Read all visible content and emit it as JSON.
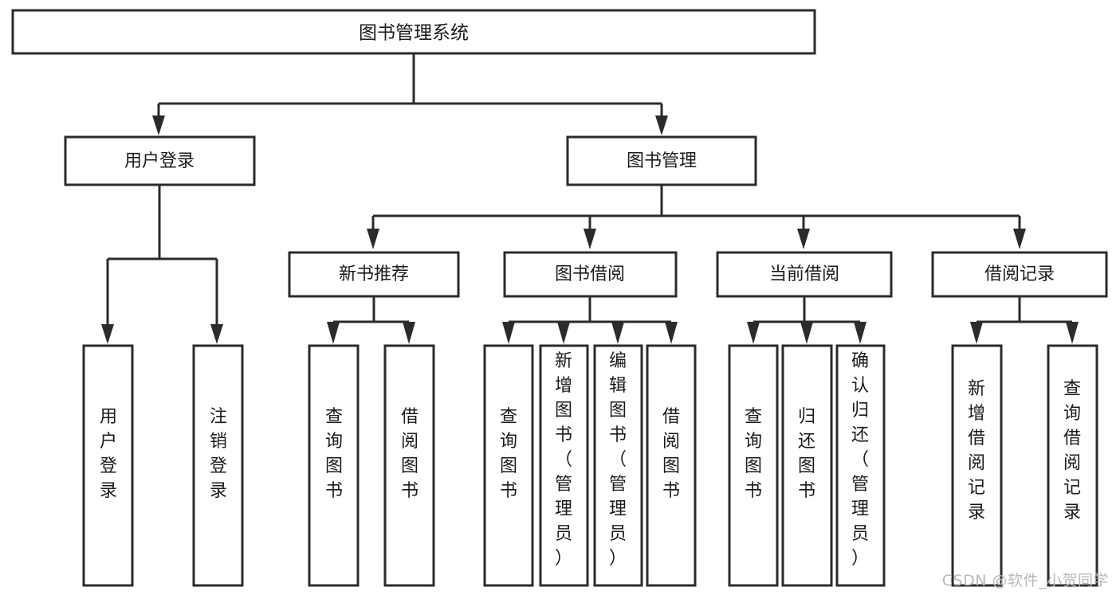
{
  "diagram": {
    "type": "tree",
    "title": "图书管理系统",
    "watermark": "CSDN @软件_小贺同学",
    "colors": {
      "box_stroke": "#2b2b2b",
      "box_fill": "#ffffff",
      "text": "#1a1a1a",
      "background": "#ffffff",
      "watermark": "#b9b9b9"
    },
    "levels": {
      "root": {
        "label": "图书管理系统"
      },
      "level2": [
        {
          "label": "用户登录"
        },
        {
          "label": "图书管理"
        }
      ],
      "level3": [
        {
          "label": "新书推荐"
        },
        {
          "label": "图书借阅"
        },
        {
          "label": "当前借阅"
        },
        {
          "label": "借阅记录"
        }
      ],
      "leaves": [
        {
          "label": "用户登录",
          "parent": "用户登录"
        },
        {
          "label": "注销登录",
          "parent": "用户登录"
        },
        {
          "label": "查询图书",
          "parent": "新书推荐"
        },
        {
          "label": "借阅图书",
          "parent": "新书推荐"
        },
        {
          "label": "查询图书",
          "parent": "图书借阅"
        },
        {
          "label": "新增图书（管理员）",
          "parent": "图书借阅"
        },
        {
          "label": "编辑图书（管理员）",
          "parent": "图书借阅"
        },
        {
          "label": "借阅图书",
          "parent": "图书借阅"
        },
        {
          "label": "查询图书",
          "parent": "当前借阅"
        },
        {
          "label": "归还图书",
          "parent": "当前借阅"
        },
        {
          "label": "确认归还（管理员）",
          "parent": "当前借阅"
        },
        {
          "label": "新增借阅记录",
          "parent": "借阅记录"
        },
        {
          "label": "查询借阅记录",
          "parent": "借阅记录"
        }
      ]
    }
  }
}
